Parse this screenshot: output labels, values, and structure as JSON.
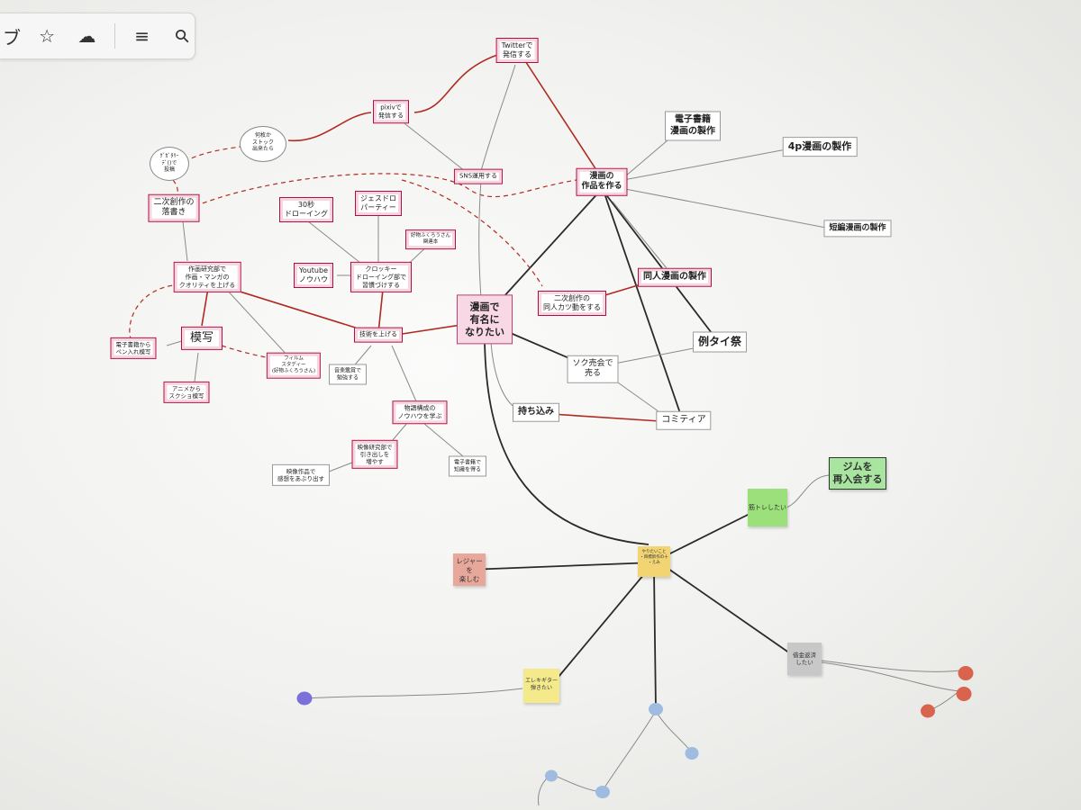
{
  "toolbar": {
    "partial_label": "ブ",
    "items": [
      {
        "name": "star-icon",
        "glyph": "☆"
      },
      {
        "name": "cloud-check-icon",
        "glyph": "☁"
      },
      {
        "name": "menu-icon",
        "glyph": "≡"
      },
      {
        "name": "search-icon",
        "glyph": "⚲"
      }
    ]
  },
  "nodes": {
    "twitter": "Twitterで\n発信する",
    "pixiv": "pixivで\n発信する",
    "stock": "何枚か\nストック\n出来たら",
    "gatari": "ｸﾞｶﾞﾀﾘｰ\nﾃﾞ()で\n投稿",
    "fanart": "二次創作の\n落書き",
    "sns": "SNS運用する",
    "manga_works": "漫画の\n作品を作る",
    "ebook": "電子書籍\n漫画の製作",
    "p4": "4p漫画の製作",
    "short": "短編漫画の製作",
    "doujin": "同人漫画の製作",
    "reitai": "例タイ祭",
    "sec30": "30秒\nドローイング",
    "jesdoro": "ジェスドロ\nパーティー",
    "kifukuro_book": "好物ふくろうさん\n関連本",
    "youtube": "Youtube\nノウハウ",
    "croquis": "クロッキー\nドローイング部で\n習慣づけする",
    "sakuga": "作画研究部で\n作画・マンガの\nクオリティを上げる",
    "mosha": "模写",
    "ebook_pen": "電子書籍から\nペン入れ模写",
    "anime_sketch": "アニメから\nスクショ模写",
    "film": "フィルム\nスタディー\n(好物ふくろうさん)",
    "skill": "技術を上げる",
    "music": "音楽鑑賞で\n勉強する",
    "center": "漫画で\n有名に\nなりたい",
    "fanart_club": "二次創作の\n同人カツ動をする",
    "sokubai": "ソク売会で\n売る",
    "mochikomi": "持ち込み",
    "comitia": "コミティア",
    "story": "物語構成の\nノウハウを学ぶ",
    "eizo_club": "映像研究部で\n引き出しを\n増やす",
    "eizo": "映像作品で\n感想をあぶり出す",
    "ebook_know": "電子書籍で\n知識を得る"
  },
  "stickies": {
    "yaritai": "やりたいこと\n・目標新作の十\n・えみ",
    "muscle": "筋トレしたい",
    "gym": "ジムを\n再入会する",
    "leisure": "レジャー\nを\n楽しむ",
    "debt": "借金返済\nしたい",
    "guitar": "エレキギター\n弾きたい"
  },
  "colors": {
    "background": "#efefed",
    "node_border": "#b01040",
    "node_fill": "#ffffff",
    "center_fill": "#f8d8e4",
    "sticky_yellow": "#f2d572",
    "sticky_green": "#9be07a",
    "gym_green": "#a8e6a0",
    "sticky_salmon": "#e8a79b",
    "sticky_gray": "#c8c8c8",
    "sticky_light_yellow": "#f4ea8c",
    "dot_blue": "#9fbbe0",
    "dot_purple": "#7b6fd9",
    "dot_red": "#d9644e",
    "line_red": "#b02a20",
    "line_dark": "#2a2a2a",
    "line_gray": "#888888"
  }
}
